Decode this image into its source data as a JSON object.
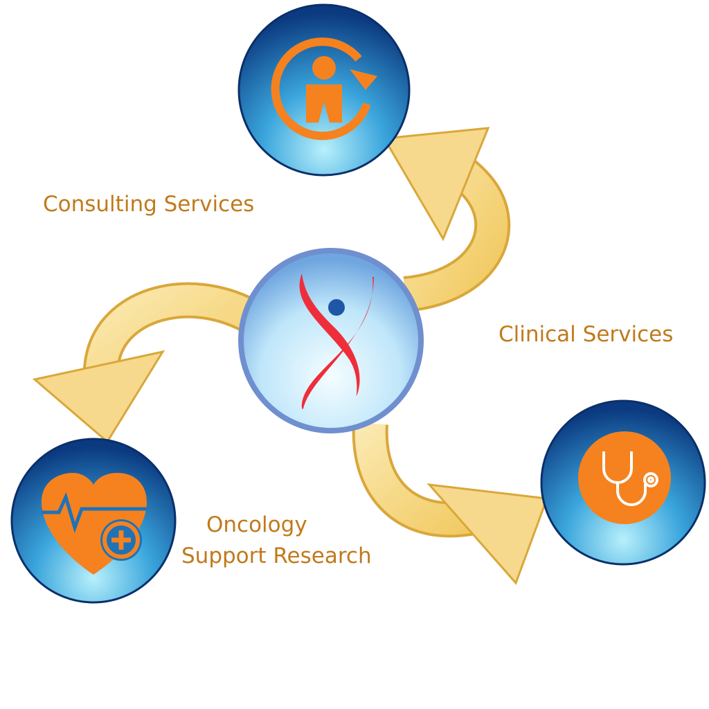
{
  "labels": {
    "consulting": "Consulting Services",
    "clinical": "Clinical Services",
    "oncology_line1": "Oncology",
    "oncology_line2": "Support Research"
  },
  "colors": {
    "label": "#c07a1c",
    "arrow": "#f6d98c",
    "node_dark": "#0d3f86",
    "node_light": "#9fe3f7",
    "icon_orange": "#f5821f",
    "ribbon_red": "#ee2e3a",
    "head_blue": "#1f56a8"
  }
}
